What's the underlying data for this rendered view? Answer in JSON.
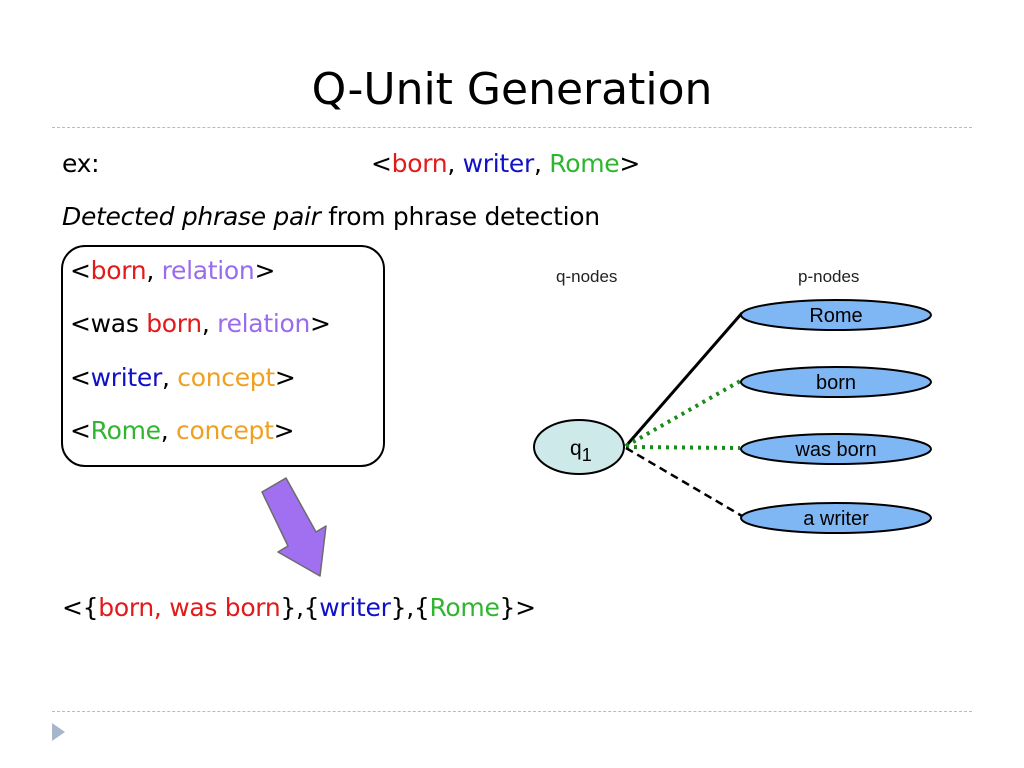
{
  "title": "Q-Unit Generation",
  "example": {
    "label": "ex:",
    "open": "<",
    "t1": "born",
    "sep1": ", ",
    "t2": "writer",
    "sep2": ", ",
    "t3": "Rome",
    "close": ">"
  },
  "detected": {
    "italic": "Detected phrase pair",
    "rest": " from phrase detection"
  },
  "pairs": [
    {
      "open": "<",
      "phrase": "born",
      "sep": ", ",
      "type": "relation",
      "close": ">"
    },
    {
      "open": "<was ",
      "phrase": "born",
      "sep": ", ",
      "type": "relation",
      "close": ">"
    },
    {
      "open": "<",
      "phrase": "writer",
      "sep": ", ",
      "type": "concept",
      "close": ">"
    },
    {
      "open": "<",
      "phrase": "Rome",
      "sep": ", ",
      "type": "concept",
      "close": ">"
    }
  ],
  "result": {
    "p1": "<{",
    "r1": "born, was born",
    "p2": "},{",
    "r2": "writer",
    "p3": "},{",
    "r3": "Rome",
    "p4": "}>"
  },
  "graph": {
    "q_header": "q-nodes",
    "p_header": "p-nodes",
    "q_node": "q",
    "q_subscript": "1",
    "p_nodes": [
      "Rome",
      "born",
      "was born",
      "a writer"
    ],
    "node_fill": "#7fb6f4",
    "q_fill": "#cde9e9",
    "edge_dot_color": "#1a8a1a"
  },
  "colors": {
    "red": "#e31a1a",
    "blue": "#1010c8",
    "green": "#2fb52f",
    "purple": "#9b6bef",
    "orange": "#f0a020",
    "arrow": "#a070f0"
  }
}
